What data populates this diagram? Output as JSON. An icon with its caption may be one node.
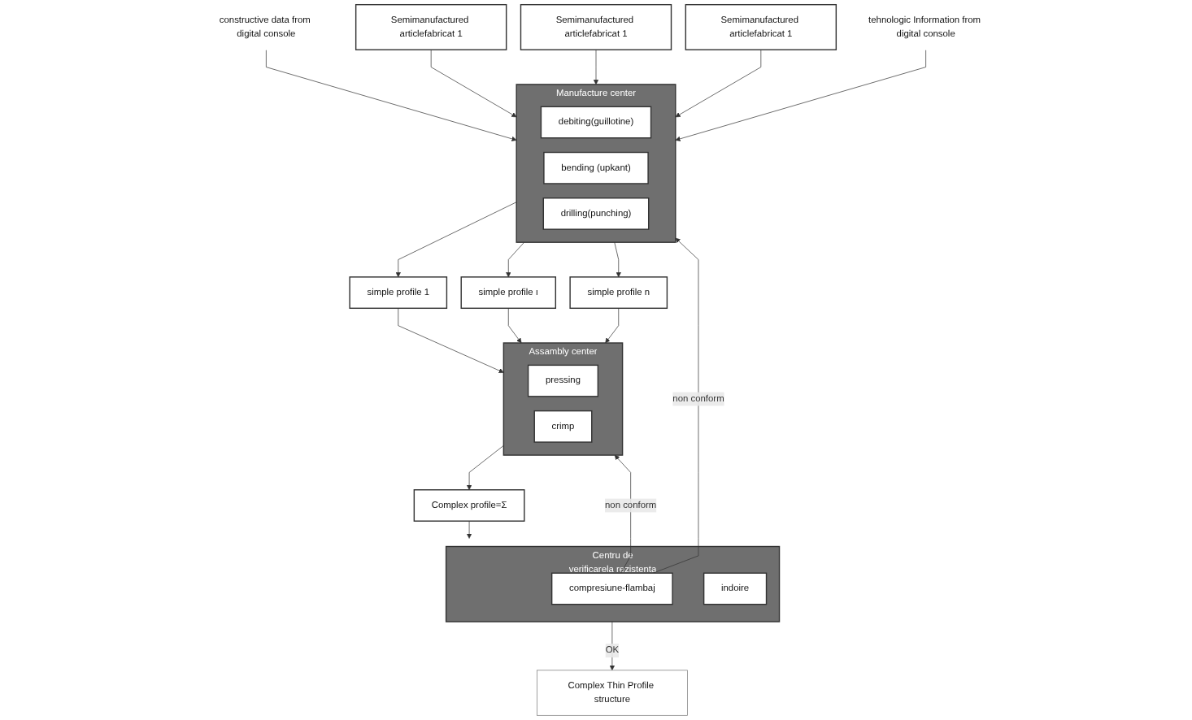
{
  "diagram": {
    "nodes": [
      {
        "text": [
          "Assambly center"
        ]
      },
      {
        "text": [
          "pressing"
        ],
        "in": 0
      },
      {
        "text": [
          "crimp"
        ],
        "in": 0
      },
      {
        "text": [
          "simple profile 1"
        ]
      },
      {
        "text": [
          "simple profile ı"
        ]
      },
      {
        "text": [
          "simple profile n"
        ]
      },
      {
        "text": [
          "Manufacture center"
        ]
      },
      {
        "text": [
          "debiting(guillotine)"
        ],
        "in": 6
      },
      {
        "text": [
          "bending (upkant)"
        ],
        "in": 6
      },
      {
        "text": [
          "drilling(punching)"
        ],
        "in": 6
      },
      {
        "text": [
          "Semimanufactured articlefabricat 1"
        ]
      },
      {
        "text": [
          "Semimanufactured articlefabricat 1"
        ]
      },
      {
        "text": [
          "Semimanufactured articlefabricat 1"
        ]
      },
      {
        "text": [
          "constructive data from digital console"
        ]
      },
      {
        "text": [
          "tehnologic Information from digital console"
        ]
      },
      {
        "text": [
          "Complex profile=Σ"
        ]
      },
      {
        "text": [
          "Centru de verificarela rezistenta"
        ]
      },
      {
        "text": [
          "compresiune-flambaj"
        ],
        "in": 16
      },
      {
        "text": [
          "indoire"
        ],
        "in": 16
      },
      {
        "text": [
          "Complex Thin Profile structure"
        ]
      }
    ],
    "edges": [
      {
        "from": 13,
        "to": 6,
        "arrow": "to"
      },
      {
        "from": 10,
        "to": 6,
        "arrow": "to"
      },
      {
        "from": 11,
        "to": 6,
        "arrow": "to"
      },
      {
        "from": 12,
        "to": 6,
        "arrow": "to"
      },
      {
        "from": 6,
        "to": 3,
        "arrow": "to"
      },
      {
        "from": 6,
        "to": 4,
        "arrow": "to"
      },
      {
        "from": 6,
        "to": 5,
        "arrow": "to"
      },
      {
        "from": 3,
        "to": 0,
        "arrow": "to"
      },
      {
        "from": 4,
        "to": 0,
        "arrow": "to"
      },
      {
        "from": 5,
        "to": 0,
        "arrow": "to"
      },
      {
        "from": 0,
        "to": 15,
        "arrow": "to"
      },
      {
        "from": 15,
        "to": 16,
        "arrow": "to"
      },
      {
        "from": 17,
        "to": 0,
        "arrow": "to",
        "label": "non conform"
      },
      {
        "from": 17,
        "to": 6,
        "arrow": "to",
        "label": "non conform"
      },
      {
        "from": 14,
        "to": 6,
        "arrow": "to"
      },
      {
        "from": 16,
        "to": 19,
        "arrow": "to",
        "label": "OK"
      }
    ]
  }
}
